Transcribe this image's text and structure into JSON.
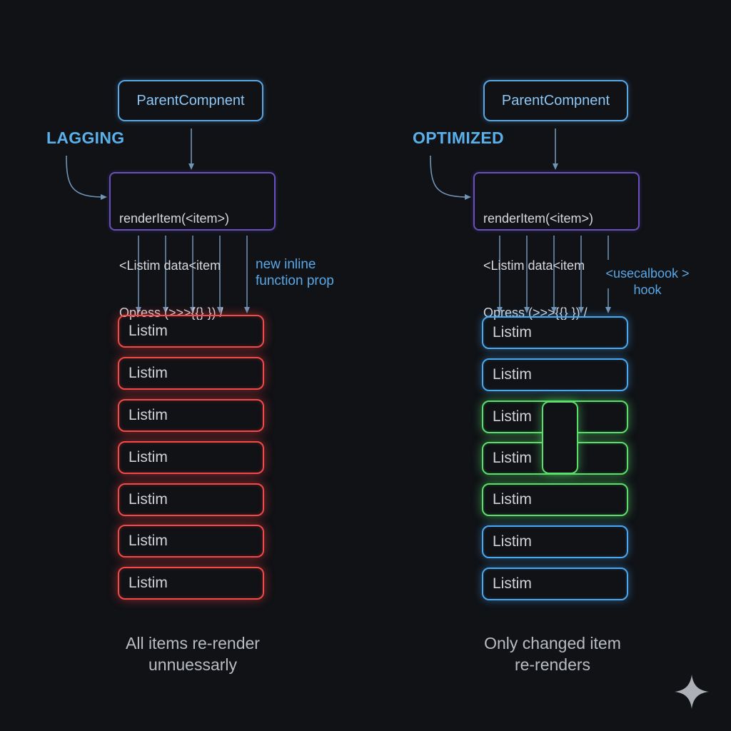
{
  "left": {
    "parent": "ParentCompnent",
    "label": "LAGGING",
    "code": [
      "renderItem(<item>)",
      "<Listim data<item",
      "Opress (>>>{{} }) /"
    ],
    "annotation": [
      "new inline",
      "function prop"
    ],
    "items": [
      "Listim",
      "Listim",
      "Listim",
      "Listim",
      "Listim",
      "Listim",
      "Listim"
    ],
    "caption": [
      "All items re-render",
      "unnuessarly"
    ]
  },
  "right": {
    "parent": "ParentCompnent",
    "label": "OPTIMIZED",
    "code": [
      "renderItem(<item>)",
      "<Listim data<item",
      "Opress (>>>{{} }) /"
    ],
    "annotation": [
      "<usecalbook >",
      "hook"
    ],
    "items": [
      "Listim",
      "Listim",
      "Listim",
      "Listim",
      "Listim",
      "Listim",
      "Listim"
    ],
    "item_states": [
      "unchanged",
      "unchanged",
      "changed",
      "changed",
      "changed",
      "unchanged",
      "unchanged"
    ],
    "caption": [
      "Only changed item",
      "re-renders"
    ]
  },
  "colors": {
    "background": "#101216",
    "rerender": "#f04a4a",
    "unchanged": "#4aa8f0",
    "changed": "#5ae06a",
    "arrow": "#6f95b8",
    "code_border": "#6a4fc0"
  },
  "icons": [
    "sparkle-icon"
  ]
}
